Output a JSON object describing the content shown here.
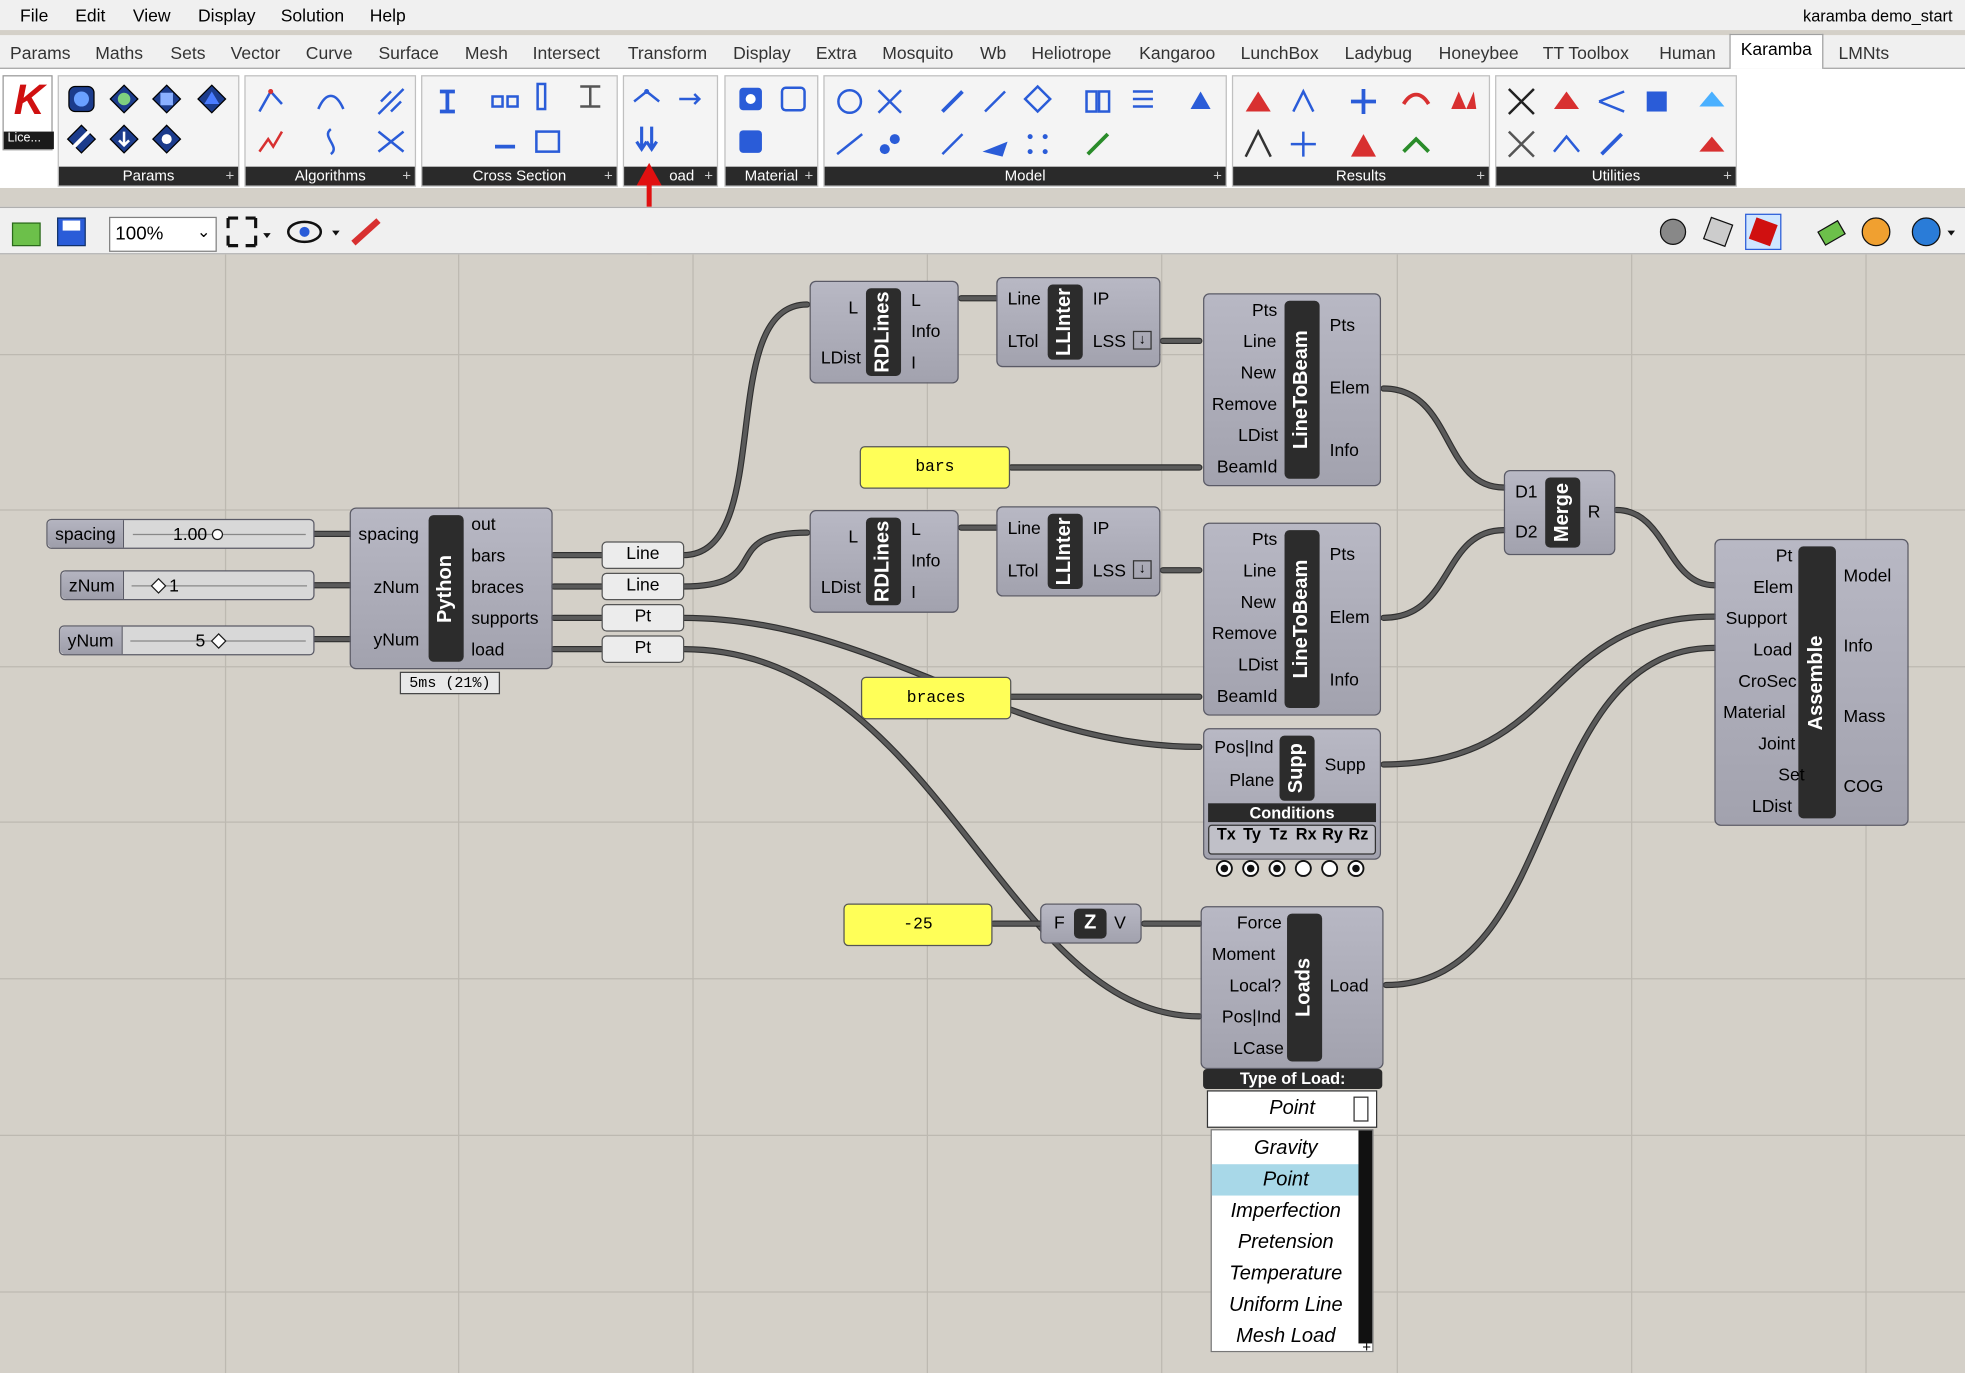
{
  "window_title": "karamba demo_start",
  "menu": [
    "File",
    "Edit",
    "View",
    "Display",
    "Solution",
    "Help"
  ],
  "tabs": [
    "Params",
    "Maths",
    "Sets",
    "Vector",
    "Curve",
    "Surface",
    "Mesh",
    "Intersect",
    "Transform",
    "Display",
    "Extra",
    "Mosquito",
    "Wb",
    "Heliotrope",
    "Kangaroo",
    "LunchBox",
    "Ladybug",
    "Honeybee",
    "TT Toolbox",
    "Human",
    "Karamba",
    "LMNts"
  ],
  "active_tab": "Karamba",
  "license_label": "Lice...",
  "ribbon_groups": [
    "Params",
    "Algorithms",
    "Cross Section",
    "Load",
    "Material",
    "Model",
    "Results",
    "Utilities"
  ],
  "ribbon_load_visible": "oad",
  "zoom": "100%",
  "sliders": [
    {
      "name": "spacing",
      "value": "1.00"
    },
    {
      "name": "zNum",
      "value": "1"
    },
    {
      "name": "yNum",
      "value": "5"
    }
  ],
  "python": {
    "title": "Python",
    "inputs": [
      "spacing",
      "zNum",
      "yNum"
    ],
    "outputs": [
      "out",
      "bars",
      "braces",
      "supports",
      "load"
    ],
    "timing": "5ms (21%)"
  },
  "params": [
    "Line",
    "Line",
    "Pt",
    "Pt"
  ],
  "rdlines": {
    "title": "RDLines",
    "inputs": [
      "L",
      "LDist"
    ],
    "outputs": [
      "L",
      "Info",
      "I"
    ]
  },
  "llinter": {
    "title": "LLInter",
    "inputs": [
      "Line",
      "LTol"
    ],
    "outputs": [
      "IP",
      "LSS"
    ]
  },
  "linetobeam": {
    "title": "LineToBeam",
    "inputs": [
      "Pts",
      "Line",
      "New",
      "Remove",
      "LDist",
      "BeamId"
    ],
    "outputs": [
      "Pts",
      "Elem",
      "Info"
    ]
  },
  "panels": {
    "bars": "bars",
    "braces": "braces",
    "force": "-25"
  },
  "merge": {
    "title": "Merge",
    "inputs": [
      "D1",
      "D2"
    ],
    "output": "R"
  },
  "supp": {
    "title": "Supp",
    "inputs": [
      "Pos|Ind",
      "Plane"
    ],
    "output": "Supp",
    "conditions_label": "Conditions",
    "dofs": [
      "Tx",
      "Ty",
      "Tz",
      "Rx",
      "Ry",
      "Rz"
    ],
    "dof_states": [
      true,
      true,
      true,
      false,
      false,
      true
    ]
  },
  "unitz": {
    "inputs": [
      "F"
    ],
    "label": "Z",
    "outputs": [
      "V"
    ]
  },
  "loads": {
    "title": "Loads",
    "inputs": [
      "Force",
      "Moment",
      "Local?",
      "Pos|Ind",
      "LCase"
    ],
    "output": "Load",
    "type_label": "Type of Load:",
    "selected": "Point",
    "options": [
      "Gravity",
      "Point",
      "Imperfection",
      "Pretension",
      "Temperature",
      "Uniform Line",
      "Mesh Load"
    ]
  },
  "assemble": {
    "title": "Assemble",
    "inputs": [
      "Pt",
      "Elem",
      "Support",
      "Load",
      "CroSec",
      "Material",
      "Joint",
      "Set",
      "LDist"
    ],
    "outputs": [
      "Model",
      "Info",
      "Mass",
      "COG"
    ]
  },
  "dropdown_plus": "+"
}
